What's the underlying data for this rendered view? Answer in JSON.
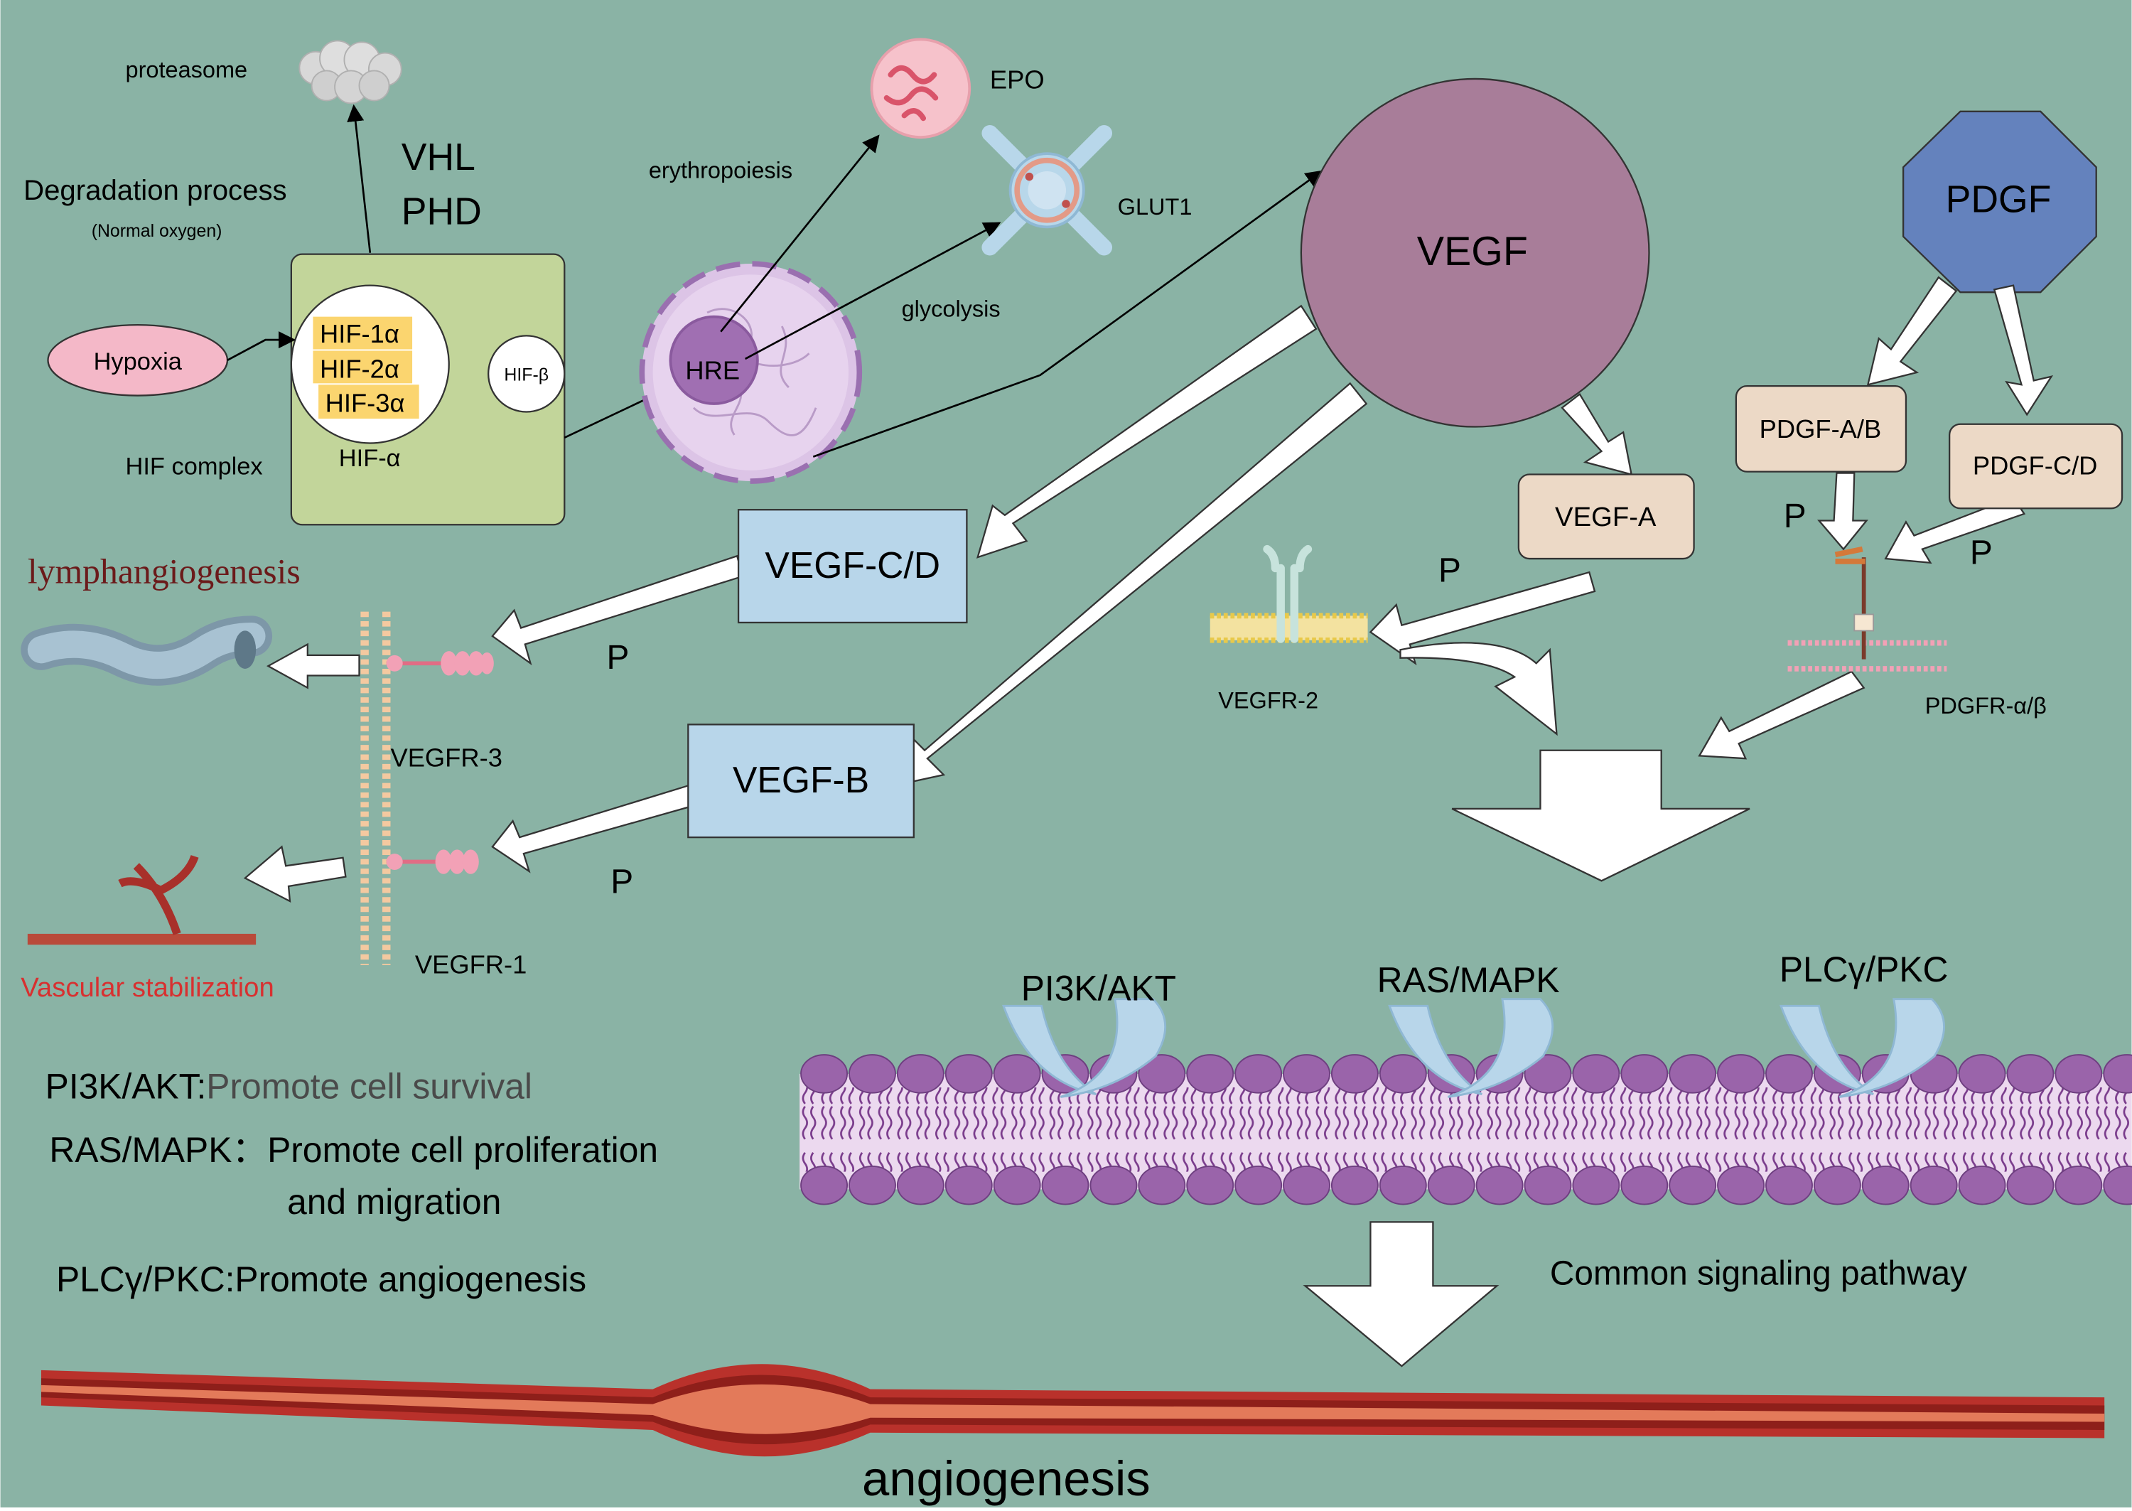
{
  "colors": {
    "background": "#8ab3a5",
    "hif_complex_fill": "#c2d59a",
    "hif_highlight": "#fbd56f",
    "hypoxia_fill": "#f4b8c8",
    "vegf_fill": "#a87d99",
    "pdgf_fill": "#6482bd",
    "blue_box_fill": "#b8d6ea",
    "beige_box_fill": "#ecd9c6",
    "lymph_title": "#6b1a1a",
    "vascular_stabilization": "#d83030",
    "note_gray": "#4a4a4a",
    "membrane_head": "#9a64aa",
    "membrane_body": "#ecd9ef"
  },
  "labels": {
    "proteasome": "proteasome",
    "vhl": "VHL",
    "phd": "PHD",
    "degradation_process": "Degradation process",
    "normal_oxygen": "(Normal oxygen)",
    "hypoxia": "Hypoxia",
    "hif_1a": "HIF-1α",
    "hif_2a": "HIF-2α",
    "hif_3a": "HIF-3α",
    "hif_b": "HIF-β",
    "hif_a": "HIF-α",
    "hif_complex": "HIF complex",
    "erythropoiesis": "erythropoiesis",
    "epo": "EPO",
    "glut1": "GLUT1",
    "glycolysis": "glycolysis",
    "hre": "HRE",
    "vegf": "VEGF",
    "pdgf": "PDGF",
    "pdgf_ab": "PDGF-A/B",
    "pdgf_cd": "PDGF-C/D",
    "vegf_a": "VEGF-A",
    "vegf_cd": "VEGF-C/D",
    "vegf_b": "VEGF-B",
    "lymphangiogenesis": "lymphangiogenesis",
    "vegfr3": "VEGFR-3",
    "vegfr1": "VEGFR-1",
    "vegfr2": "VEGFR-2",
    "pdgfr": "PDGFR-α/β",
    "vascular_stabilization": "Vascular stabilization",
    "p": "P",
    "pi3k_akt": "PI3K/AKT",
    "ras_mapk": "RAS/MAPK",
    "plcy_pkc": "PLCγ/PKC",
    "common_pathway": "Common signaling pathway",
    "angiogenesis": "angiogenesis"
  },
  "notes": {
    "pi3k_prefix": "PI3K/AKT:",
    "pi3k_text": "Promote cell survival",
    "ras_line1": "RAS/MAPK：Promote cell proliferation",
    "ras_line2": "and migration",
    "plc_line": "PLCγ/PKC:Promote angiogenesis"
  }
}
